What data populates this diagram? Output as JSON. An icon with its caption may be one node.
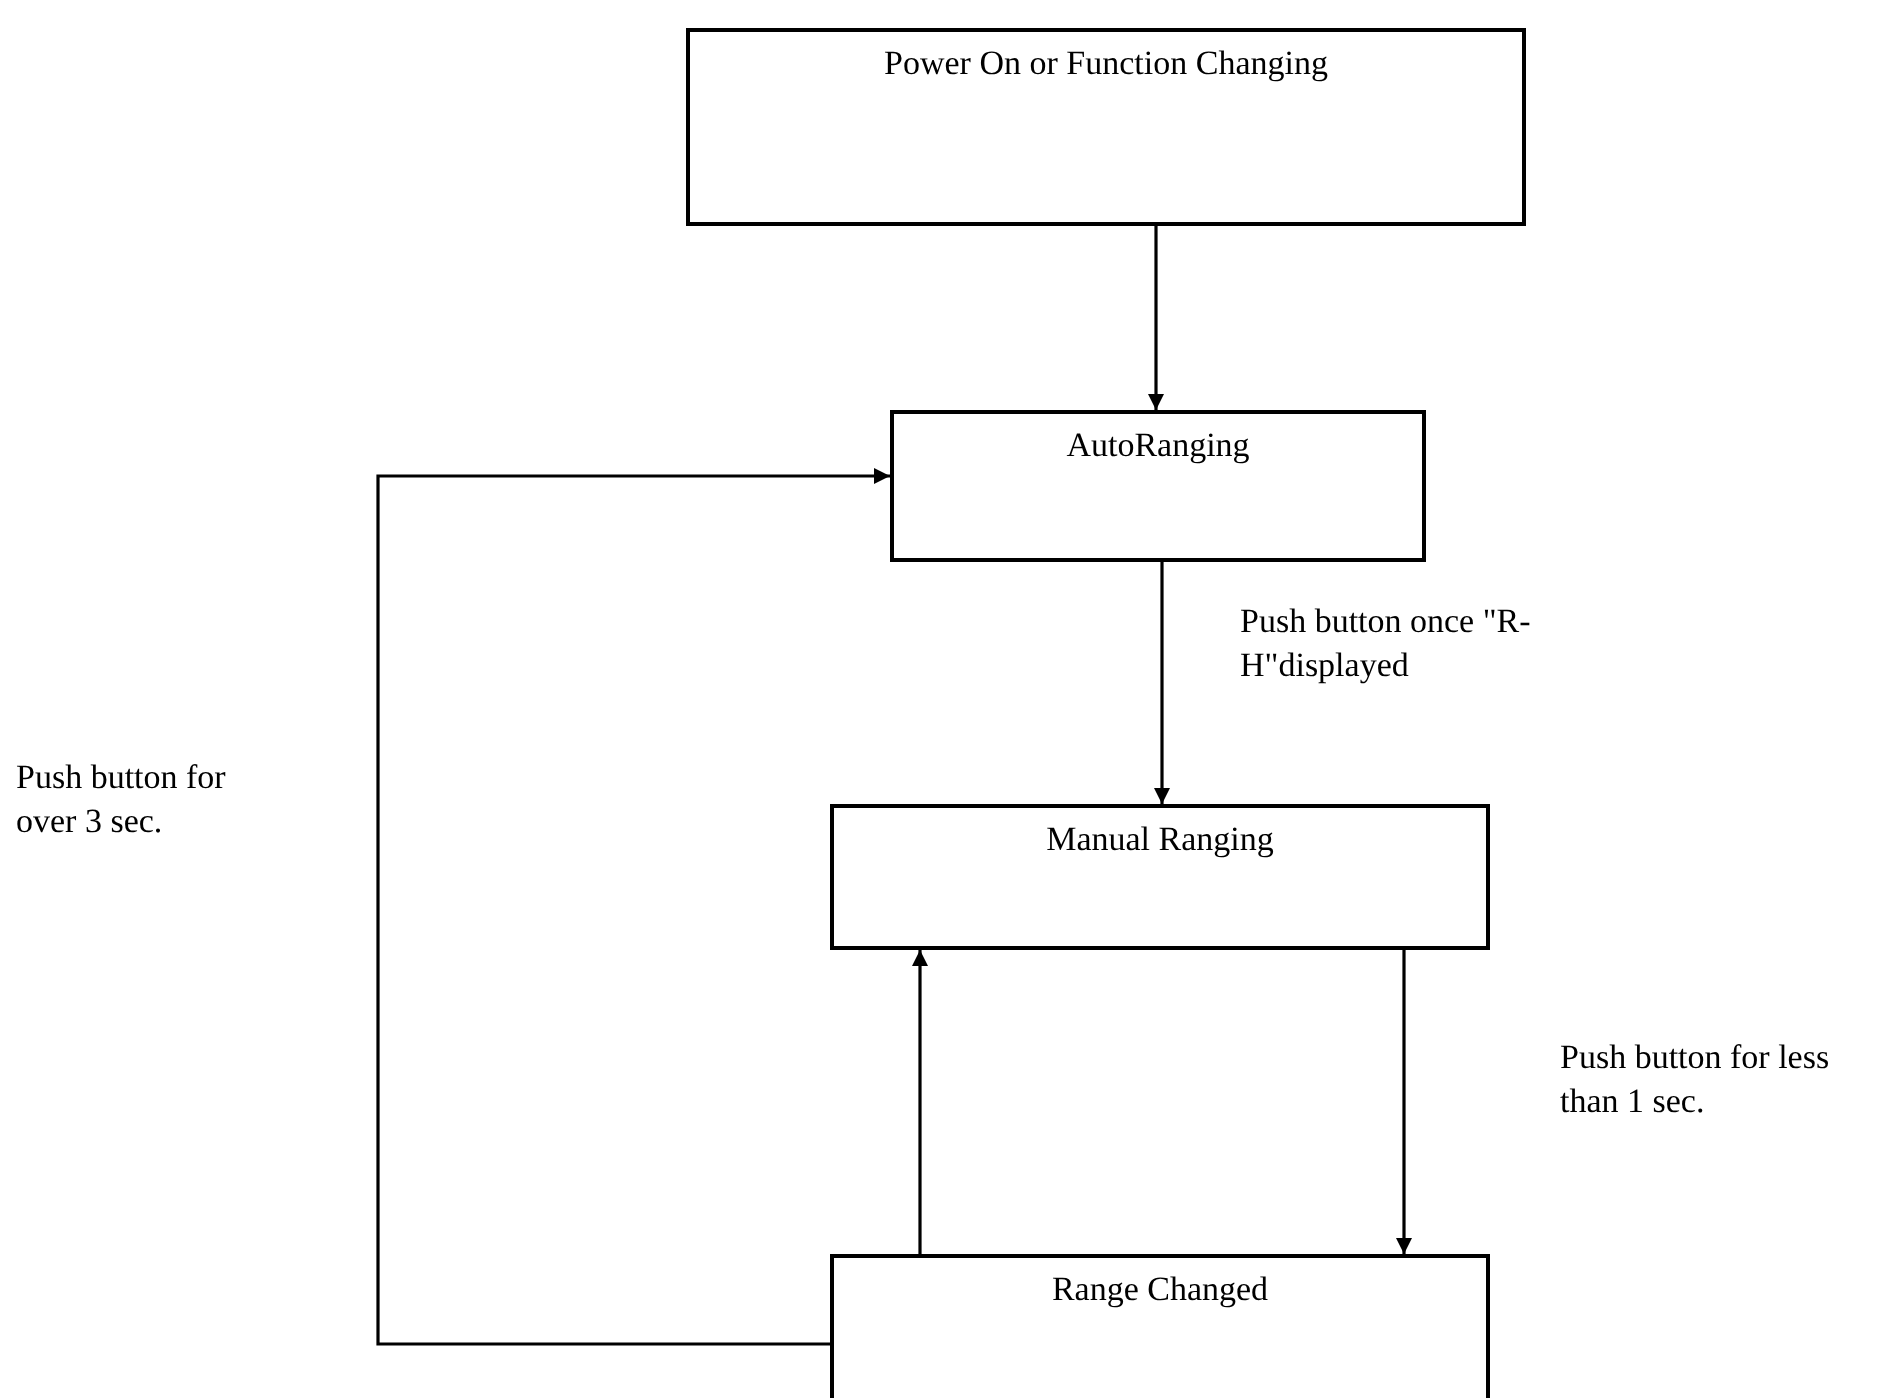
{
  "diagram": {
    "nodes": [
      {
        "text": [
          "Power On or Function Changing"
        ]
      },
      {
        "text": [
          "AutoRanging"
        ]
      },
      {
        "text": [
          "Manual Ranging"
        ]
      },
      {
        "text": [
          "Range Changed"
        ]
      }
    ],
    "edges": [
      {
        "from": 0,
        "to": 1,
        "arrow": "to"
      },
      {
        "from": 1,
        "to": 2,
        "arrow": "to",
        "label": "Push button once \"R-H\"displayed"
      },
      {
        "from": 2,
        "to": 3,
        "arrow": "to",
        "label": "Push button for less than 1 sec."
      },
      {
        "from": 3,
        "to": 2,
        "arrow": "to"
      },
      {
        "from": 3,
        "to": 1,
        "arrow": "to",
        "label": "Push button for over 3 sec."
      }
    ]
  }
}
